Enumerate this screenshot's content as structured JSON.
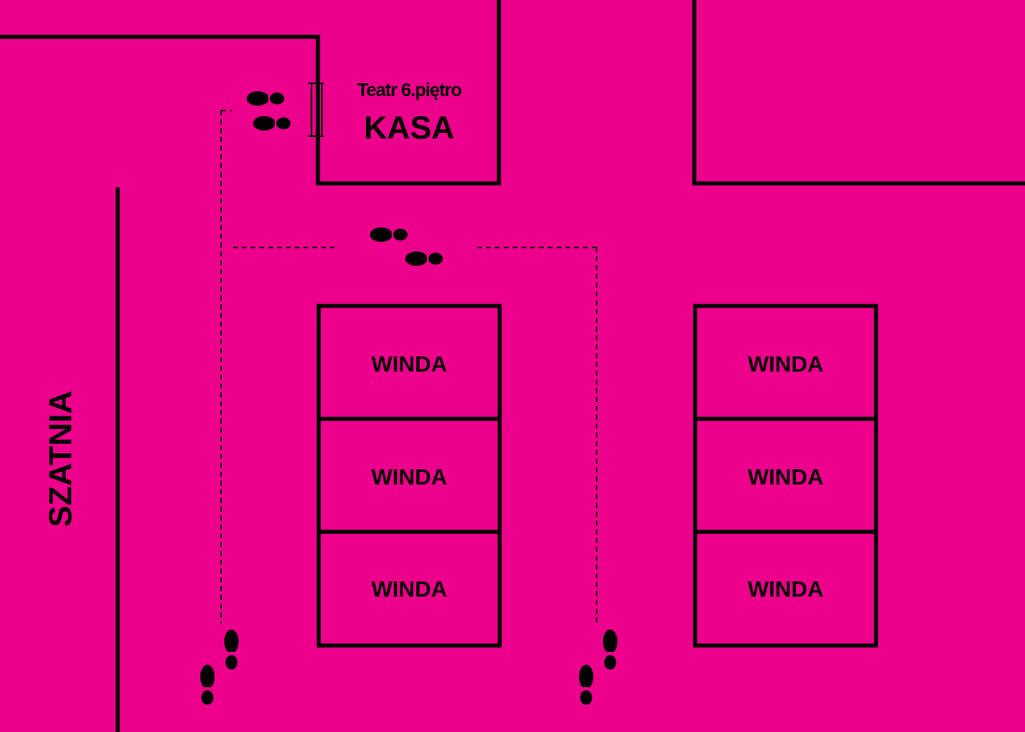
{
  "colors": {
    "background": "#EC008C",
    "ink": "#000000"
  },
  "cashier": {
    "brand": "Teatr 6.piętro",
    "label": "KASA"
  },
  "cloakroom": {
    "label": "SZATNIA"
  },
  "elevators": {
    "left": [
      "WINDA",
      "WINDA",
      "WINDA"
    ],
    "right": [
      "WINDA",
      "WINDA",
      "WINDA"
    ]
  },
  "icons": {
    "footprints": "footprints-icon",
    "door": "door-icon"
  }
}
